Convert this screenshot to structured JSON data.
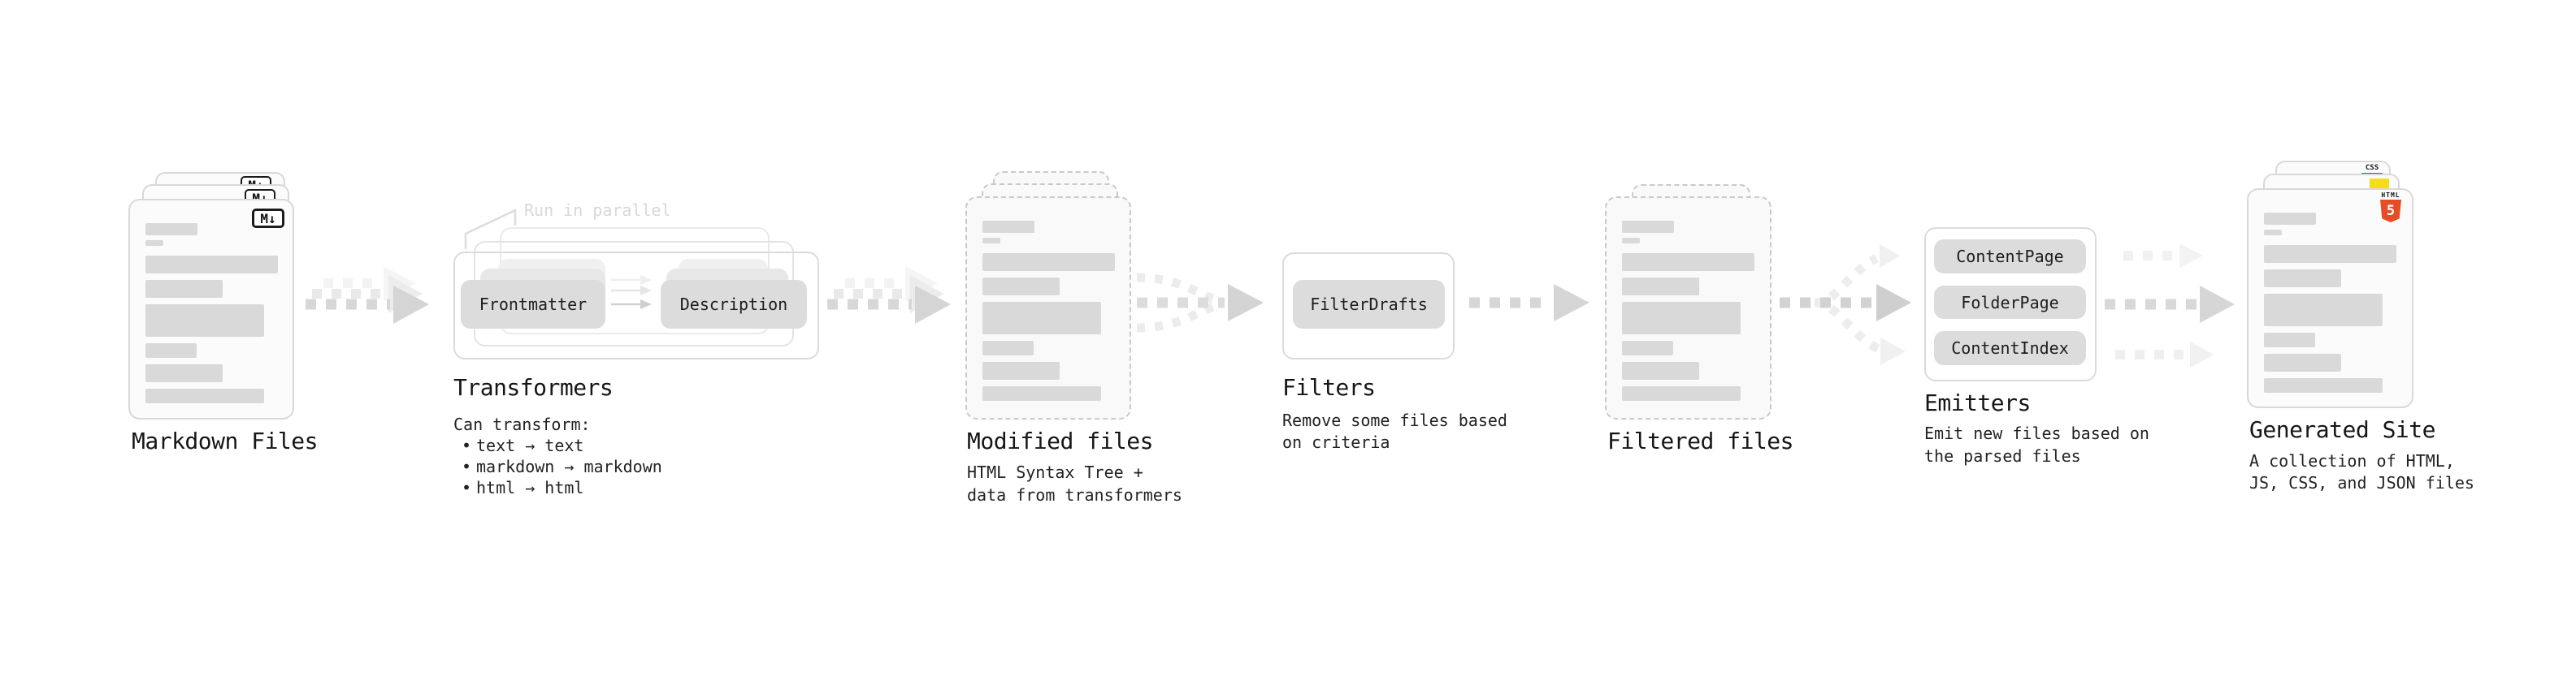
{
  "diagram": {
    "markdown": {
      "label": "Markdown Files",
      "badge": "M↓"
    },
    "transformers": {
      "heading": "Transformers",
      "note": "Run in parallel",
      "pill_left": "Frontmatter",
      "pill_right": "Description",
      "desc_title": "Can transform:",
      "bullet_glyph": "•",
      "bullets": [
        "text → text",
        "markdown → markdown",
        "html → html"
      ]
    },
    "modified": {
      "label": "Modified files",
      "desc_line1": "HTML Syntax Tree +",
      "desc_line2": "data from transformers"
    },
    "filters": {
      "heading": "Filters",
      "pill": "FilterDrafts",
      "desc_line1": "Remove some files based",
      "desc_line2": "on criteria"
    },
    "filtered": {
      "label": "Filtered files"
    },
    "emitters": {
      "heading": "Emitters",
      "pills": [
        "ContentPage",
        "FolderPage",
        "ContentIndex"
      ],
      "desc_line1": "Emit new files based on",
      "desc_line2": "the parsed files"
    },
    "generated": {
      "label": "Generated Site",
      "desc_line1": "A collection of HTML,",
      "desc_line2": "JS, CSS, and JSON files",
      "html5_word": "HTML",
      "html5_five": "5",
      "css_label": "CSS"
    }
  },
  "colors": {
    "html5_orange": "#e44d26",
    "js_yellow": "#f5de19",
    "css_blue": "#2962ff",
    "note_gray": "#d8d8d8",
    "arrow_gray": "#d6d6d6"
  }
}
